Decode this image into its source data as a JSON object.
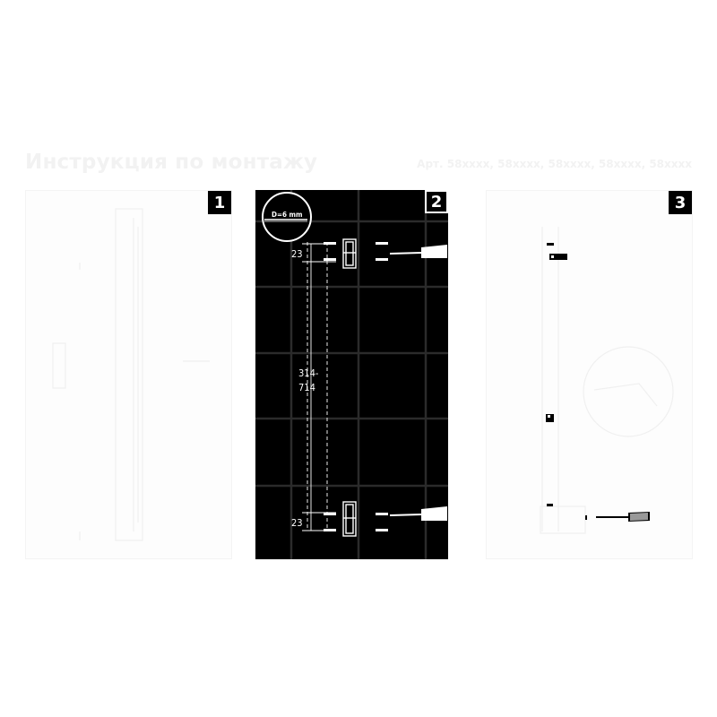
{
  "header": {
    "title": "Инструкция по монтажу",
    "models": "Арт. 58xxxx, 58xxxx, 58xxxx, 58xxxx, 58xxxx"
  },
  "steps": [
    {
      "number": "1"
    },
    {
      "number": "2",
      "drill_label": "D=6 mm",
      "dim_top": "23",
      "dim_mid_1": "314-",
      "dim_mid_2": "714",
      "dim_bottom": "23"
    },
    {
      "number": "3"
    }
  ],
  "colors": {
    "dark_panel": "#000000",
    "line_light": "#ffffff",
    "tile_grid": "#2b2b2b",
    "faint": "#f0f0f0"
  }
}
